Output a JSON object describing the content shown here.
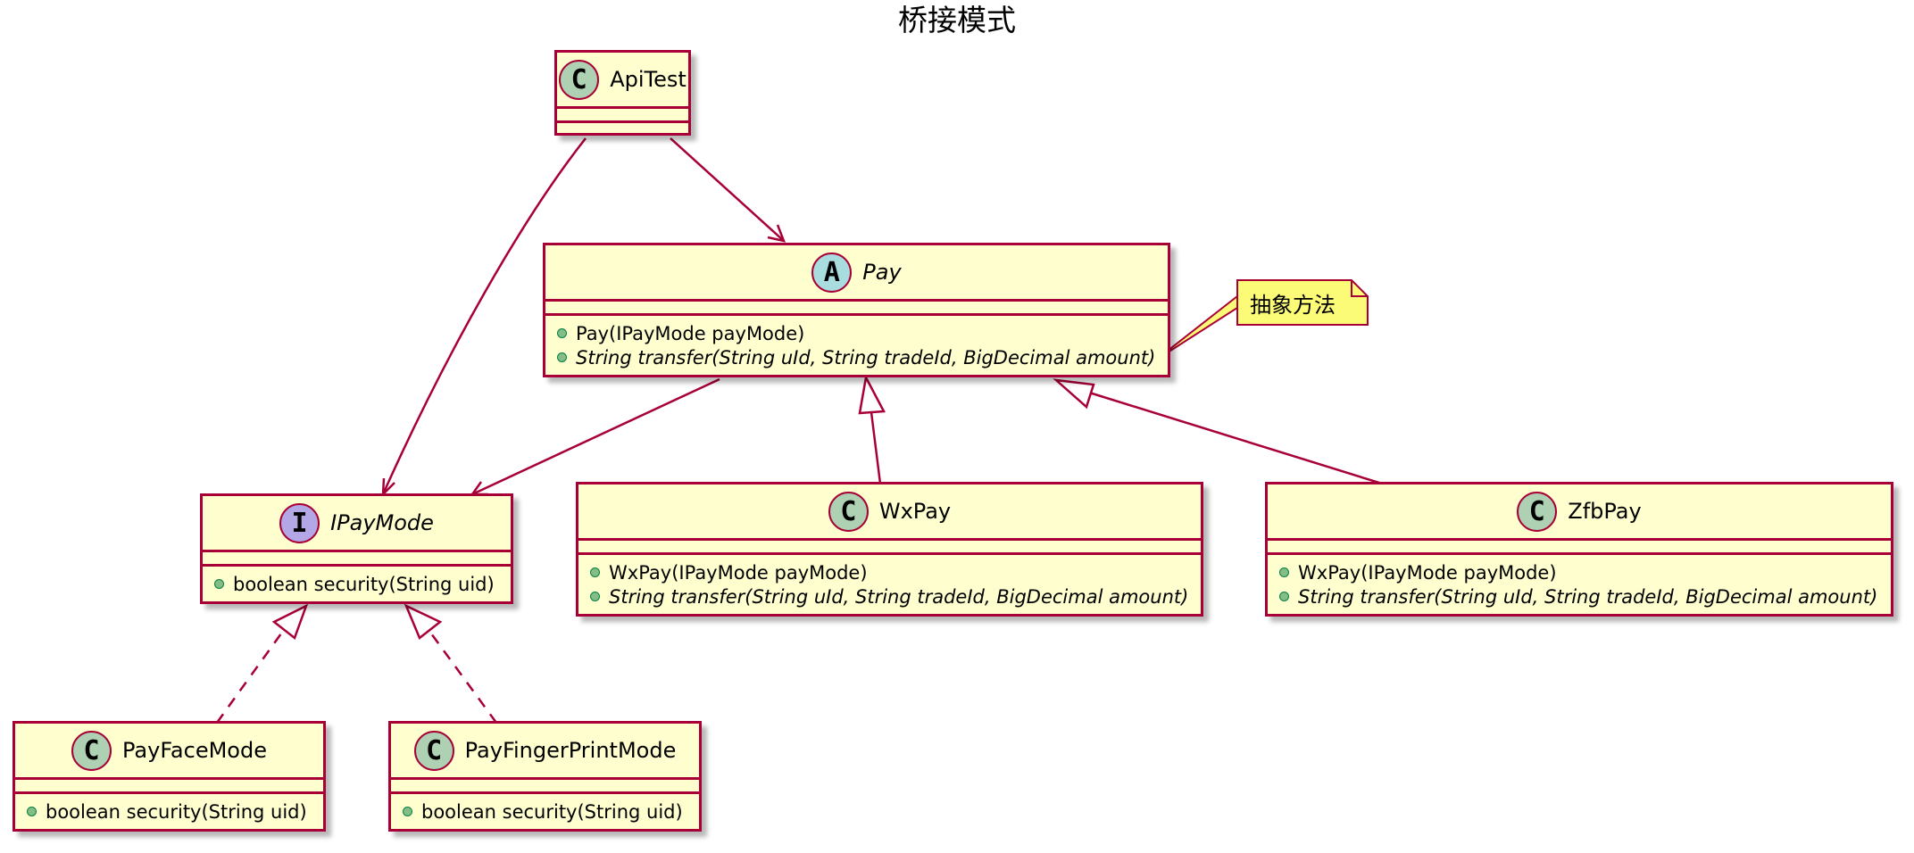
{
  "title": "桥接模式",
  "classes": {
    "apitest": {
      "name": "ApiTest",
      "stereotype": "C",
      "members": []
    },
    "pay": {
      "name": "Pay",
      "stereotype": "A",
      "members": [
        {
          "visibility": "+",
          "text": "Pay(IPayMode payMode)",
          "italic": false
        },
        {
          "visibility": "+",
          "text": "String transfer(String uId, String tradeId, BigDecimal amount)",
          "italic": true
        }
      ]
    },
    "ipaymode": {
      "name": "IPayMode",
      "stereotype": "I",
      "members": [
        {
          "visibility": "+",
          "text": "boolean security(String uid)",
          "italic": false
        }
      ]
    },
    "wxpay": {
      "name": "WxPay",
      "stereotype": "C",
      "members": [
        {
          "visibility": "+",
          "text": "WxPay(IPayMode payMode)",
          "italic": false
        },
        {
          "visibility": "+",
          "text": "String transfer(String uId, String tradeId, BigDecimal amount)",
          "italic": true
        }
      ]
    },
    "zfbpay": {
      "name": "ZfbPay",
      "stereotype": "C",
      "members": [
        {
          "visibility": "+",
          "text": "WxPay(IPayMode payMode)",
          "italic": false
        },
        {
          "visibility": "+",
          "text": "String transfer(String uId, String tradeId, BigDecimal amount)",
          "italic": true
        }
      ]
    },
    "payfacemode": {
      "name": "PayFaceMode",
      "stereotype": "C",
      "members": [
        {
          "visibility": "+",
          "text": "boolean security(String uid)",
          "italic": false
        }
      ]
    },
    "payfingerprintmode": {
      "name": "PayFingerPrintMode",
      "stereotype": "C",
      "members": [
        {
          "visibility": "+",
          "text": "boolean security(String uid)",
          "italic": false
        }
      ]
    }
  },
  "note": {
    "text": "抽象方法"
  },
  "relations": [
    {
      "from": "ApiTest",
      "to": "Pay",
      "type": "association"
    },
    {
      "from": "ApiTest",
      "to": "IPayMode",
      "type": "association"
    },
    {
      "from": "Pay",
      "to": "IPayMode",
      "type": "association"
    },
    {
      "from": "WxPay",
      "to": "Pay",
      "type": "generalization"
    },
    {
      "from": "ZfbPay",
      "to": "Pay",
      "type": "generalization"
    },
    {
      "from": "PayFaceMode",
      "to": "IPayMode",
      "type": "realization"
    },
    {
      "from": "PayFingerPrintMode",
      "to": "IPayMode",
      "type": "realization"
    }
  ],
  "colors": {
    "border": "#a80036",
    "fill": "#fefece",
    "note_fill": "#fbfb77",
    "class_icon": "#add1b2",
    "abstract_icon": "#a9dcdf",
    "interface_icon": "#b4a7e5",
    "public_marker": "#84be84"
  }
}
